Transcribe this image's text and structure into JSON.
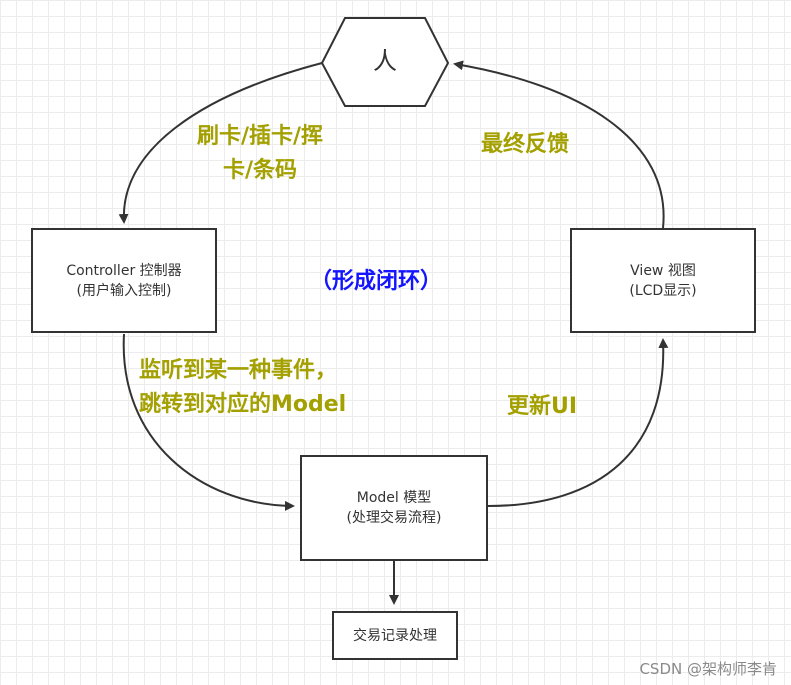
{
  "colors": {
    "stroke": "#333333",
    "label": "#a3a000",
    "center_label": "#1414ff",
    "grid": "#ececec"
  },
  "nodes": {
    "person": {
      "label": "人"
    },
    "controller": {
      "line1": "Controller 控制器",
      "line2": "(用户输入控制)"
    },
    "view": {
      "line1": "View 视图",
      "line2": "(LCD显示)"
    },
    "model": {
      "line1": "Model 模型",
      "line2": "(处理交易流程)"
    },
    "record": {
      "label": "交易记录处理"
    }
  },
  "edge_labels": {
    "swipe": {
      "line1": "刷卡/插卡/挥",
      "line2": "卡/条码"
    },
    "feedback": "最终反馈",
    "listen": {
      "line1": "监听到某一种事件，",
      "line2": "跳转到对应的Model"
    },
    "update": "更新UI",
    "loop": "（形成闭环）"
  },
  "watermark": "CSDN @架构师李肯"
}
